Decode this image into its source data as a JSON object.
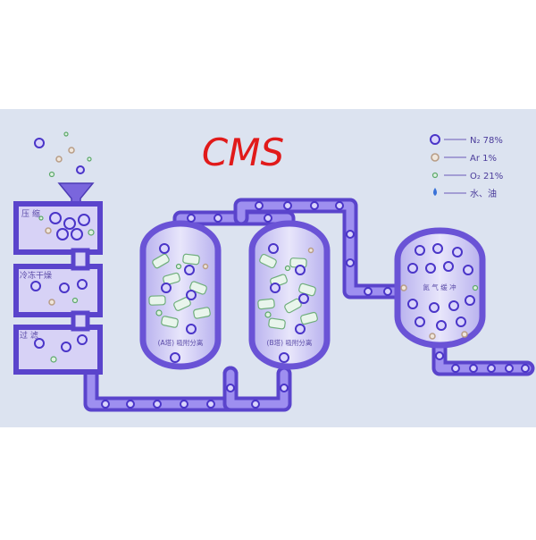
{
  "diagram": {
    "title": "CMS",
    "colors": {
      "panel": "#dce3f0",
      "pipe": "#6a53d6",
      "pipe_fill": "#8a78e6",
      "bubble": "#4a35c8",
      "title": "#e11a1a",
      "label": "#5a4aa8"
    },
    "legend": [
      {
        "label": "N₂ 78%",
        "marker": "large-purple-circle"
      },
      {
        "label": "Ar 1%",
        "marker": "tan-circle"
      },
      {
        "label": "O₂ 21%",
        "marker": "small-green-circle"
      },
      {
        "label": "水、油",
        "marker": "blue-droplet"
      }
    ],
    "stages": {
      "compress": "压 缩",
      "freeze_dry": "冷冻干燥",
      "filter": "过 滤"
    },
    "towers": {
      "a": "(A塔) 吸附分离",
      "b": "(B塔) 吸附分离"
    },
    "buffer": "氮 气 缓 冲"
  }
}
